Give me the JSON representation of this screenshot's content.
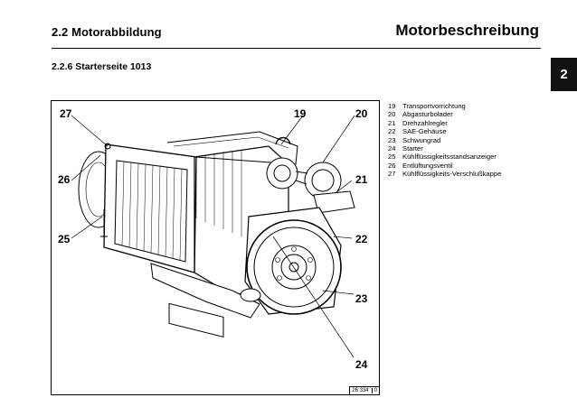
{
  "header": {
    "section_title": "2.2 Motorabbildung",
    "chapter_title": "Motorbeschreibung",
    "subsection": "2.2.6  Starterseite 1013",
    "chapter_tab": "2"
  },
  "figure": {
    "callouts": [
      "27",
      "19",
      "20",
      "26",
      "21",
      "25",
      "22",
      "23",
      "24"
    ],
    "figure_id": "26 334",
    "figure_id_suffix": "0"
  },
  "legend": [
    {
      "num": "19",
      "text": "Transportvorrichtung"
    },
    {
      "num": "20",
      "text": "Abgasturbolader"
    },
    {
      "num": "21",
      "text": "Drehzahlregler"
    },
    {
      "num": "22",
      "text": "SAE-Gehäuse"
    },
    {
      "num": "23",
      "text": "Schwungrad"
    },
    {
      "num": "24",
      "text": "Starter"
    },
    {
      "num": "25",
      "text": "Kühlflüssigkeitsstandsanzeiger"
    },
    {
      "num": "26",
      "text": "Entlüftungsventil"
    },
    {
      "num": "27",
      "text": "Kühlflüssigkeits-Verschlußkappe"
    }
  ]
}
